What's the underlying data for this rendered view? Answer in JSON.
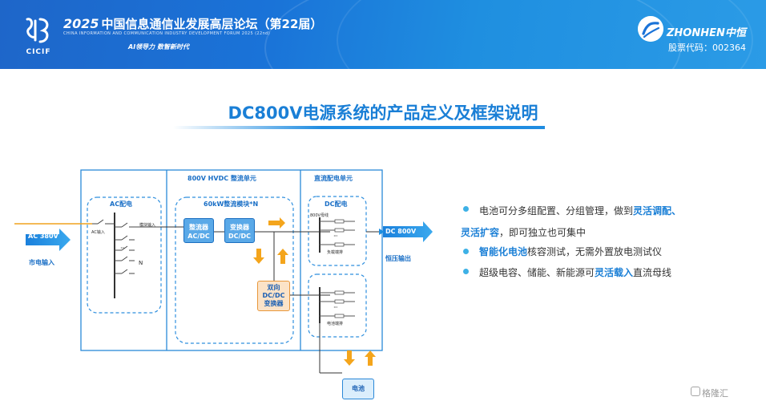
{
  "header": {
    "logo_text": "CICIF",
    "forum_year": "2025",
    "forum_title": "中国信息通信业发展高层论坛（第22届）",
    "forum_subtitle": "CHINA INFORMATION AND COMMUNICATION INDUSTRY DEVELOPMENT FORUM 2025 (22nd)",
    "forum_slogan": "AI领导力 数智新时代",
    "company_name": "ZHONHEN中恒",
    "stock_code": "股票代码：002364",
    "colors": {
      "banner": "#1a73d8",
      "accent": "#1f8ce1"
    }
  },
  "slide": {
    "title": "DC800V电源系统的产品定义及框架说明"
  },
  "diagram": {
    "section_ac": "AC配电",
    "section_hvdc": "800V HVDC 整流单元",
    "section_dc_unit": "直流配电单元",
    "ac_input_label": "AC输入",
    "module_input_label": "模块输入",
    "n_label": "N",
    "rectifier_group": "60kW整流模块*N",
    "rectifier_box": "整流器\nAC/DC",
    "converter_box": "变换器\nDC/DC",
    "bidirectional_box": "双向\nDC/DC\n变换器",
    "dc_dist": "DC配电",
    "bus_800v": "800V母线",
    "load_branch": "负载端排",
    "battery_branch": "电池端排",
    "ellipsis": "···",
    "left_arrow_title": "AC 380V",
    "left_arrow_caption": "市电输入",
    "right_arrow_title": "DC 800V",
    "right_arrow_caption": "恒压输出",
    "battery": "电池",
    "colors": {
      "frame": "#2a8ad9",
      "dashed": "#2f8fde",
      "arrow": "#1e8fe0",
      "flow": "#f4a51c",
      "box": "#5aa9e8"
    }
  },
  "bullets": {
    "items": [
      {
        "pre": "电池可分多组配置、分组管理，做到",
        "hl": "灵活调配、",
        "post": ""
      },
      {
        "pre": "",
        "hl": "灵活扩容",
        "post": "，即可独立也可集中"
      },
      {
        "pre": "",
        "hl": "智能化电池",
        "post": "核容测试，无需外置放电测试仪"
      },
      {
        "pre": "超级电容、储能、新能源可",
        "hl": "灵活载入",
        "post": "直流母线"
      }
    ]
  },
  "watermark": "格隆汇"
}
